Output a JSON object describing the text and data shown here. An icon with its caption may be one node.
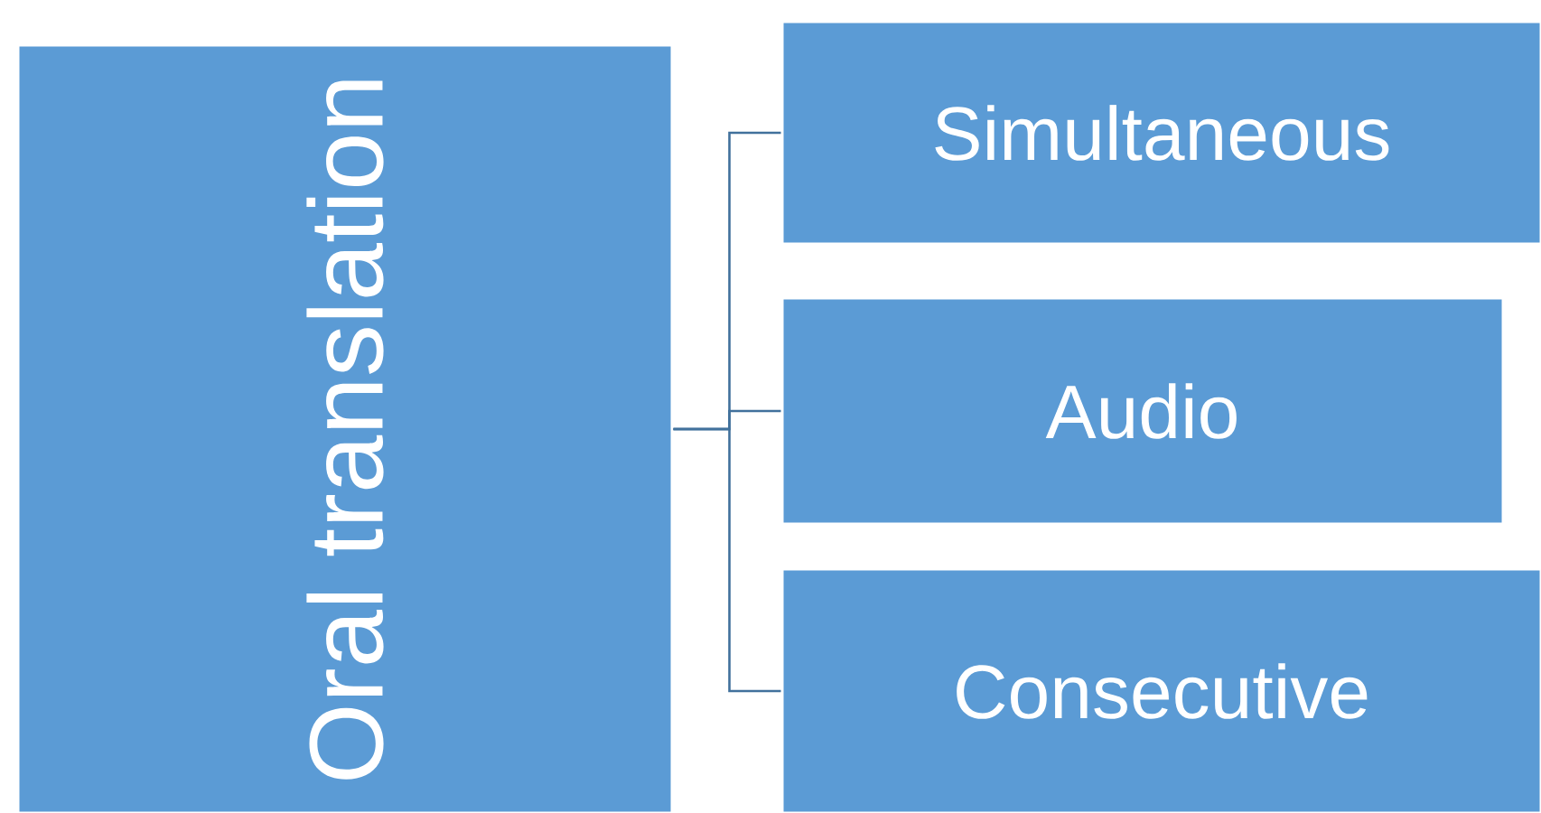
{
  "diagram": {
    "nodes": [
      {
        "text": [
          "Oral translation"
        ]
      },
      {
        "text": [
          "Simultaneous"
        ]
      },
      {
        "text": [
          "Audio"
        ]
      },
      {
        "text": [
          "Consecutive"
        ]
      }
    ],
    "edges": [
      {
        "from": 0,
        "to": 1,
        "arrow": "none"
      },
      {
        "from": 0,
        "to": 2,
        "arrow": "none"
      },
      {
        "from": 0,
        "to": 3,
        "arrow": "none"
      }
    ]
  }
}
